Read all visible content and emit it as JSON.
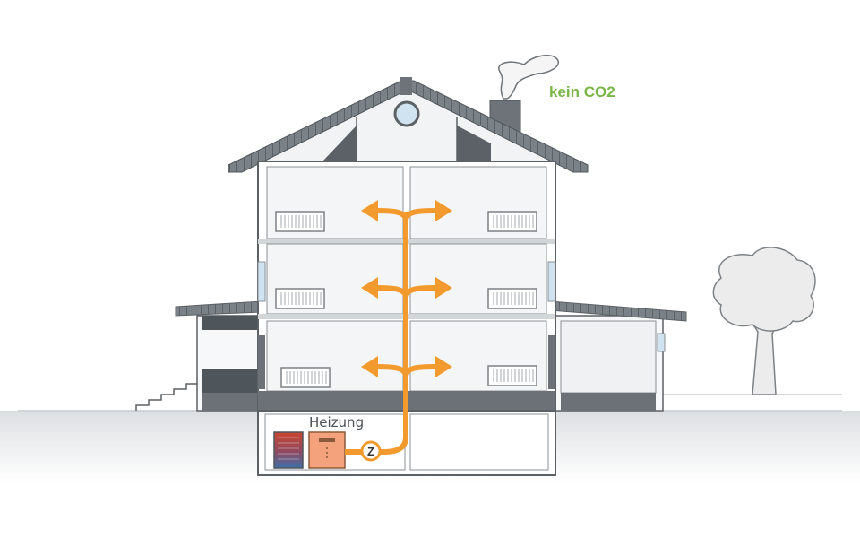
{
  "labels": {
    "co2": "kein CO2",
    "heating": "Heizung",
    "pump": "Z"
  },
  "colors": {
    "co2_text": "#7ab648",
    "heat_flow": "#f29a2e",
    "outline": "#5c6165",
    "roof": "#6d7378",
    "wall_fill": "#f4f5f6",
    "ground_shadow": "#e9ebed",
    "boiler": "#f4a27c",
    "storage_tank": "#c9462f",
    "window_glass": "#cfe4f0",
    "tree": "#eeeeee"
  },
  "icons": [
    "chimney-smoke-icon",
    "radiator-icon",
    "heat-arrow-icon",
    "circulation-pump-icon",
    "tree-icon"
  ]
}
